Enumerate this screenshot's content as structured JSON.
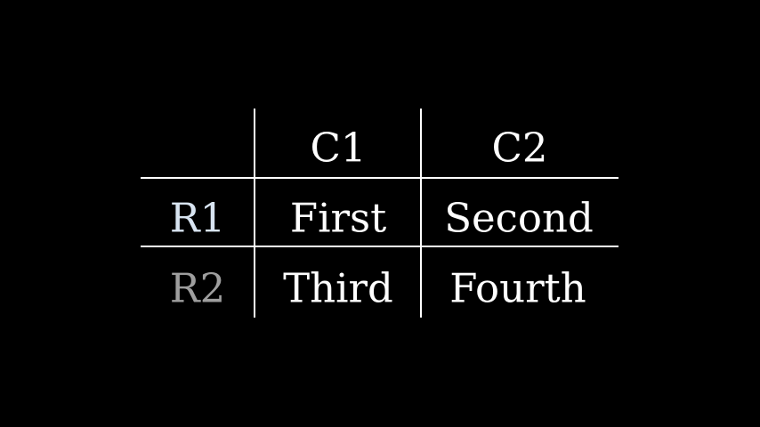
{
  "chart_data": {
    "type": "table",
    "title": "",
    "col_headers": [
      "C1",
      "C2"
    ],
    "row_headers": [
      "R1",
      "R2"
    ],
    "rows": [
      [
        "First",
        "Second"
      ],
      [
        "Third",
        "Fourth"
      ]
    ]
  },
  "style": {
    "background_color": "#000000",
    "grid_line_color": "#ffffff",
    "text_color": "#ffffff",
    "row_header_colors": [
      "#d8e4f1",
      "#9e9e9e"
    ]
  }
}
